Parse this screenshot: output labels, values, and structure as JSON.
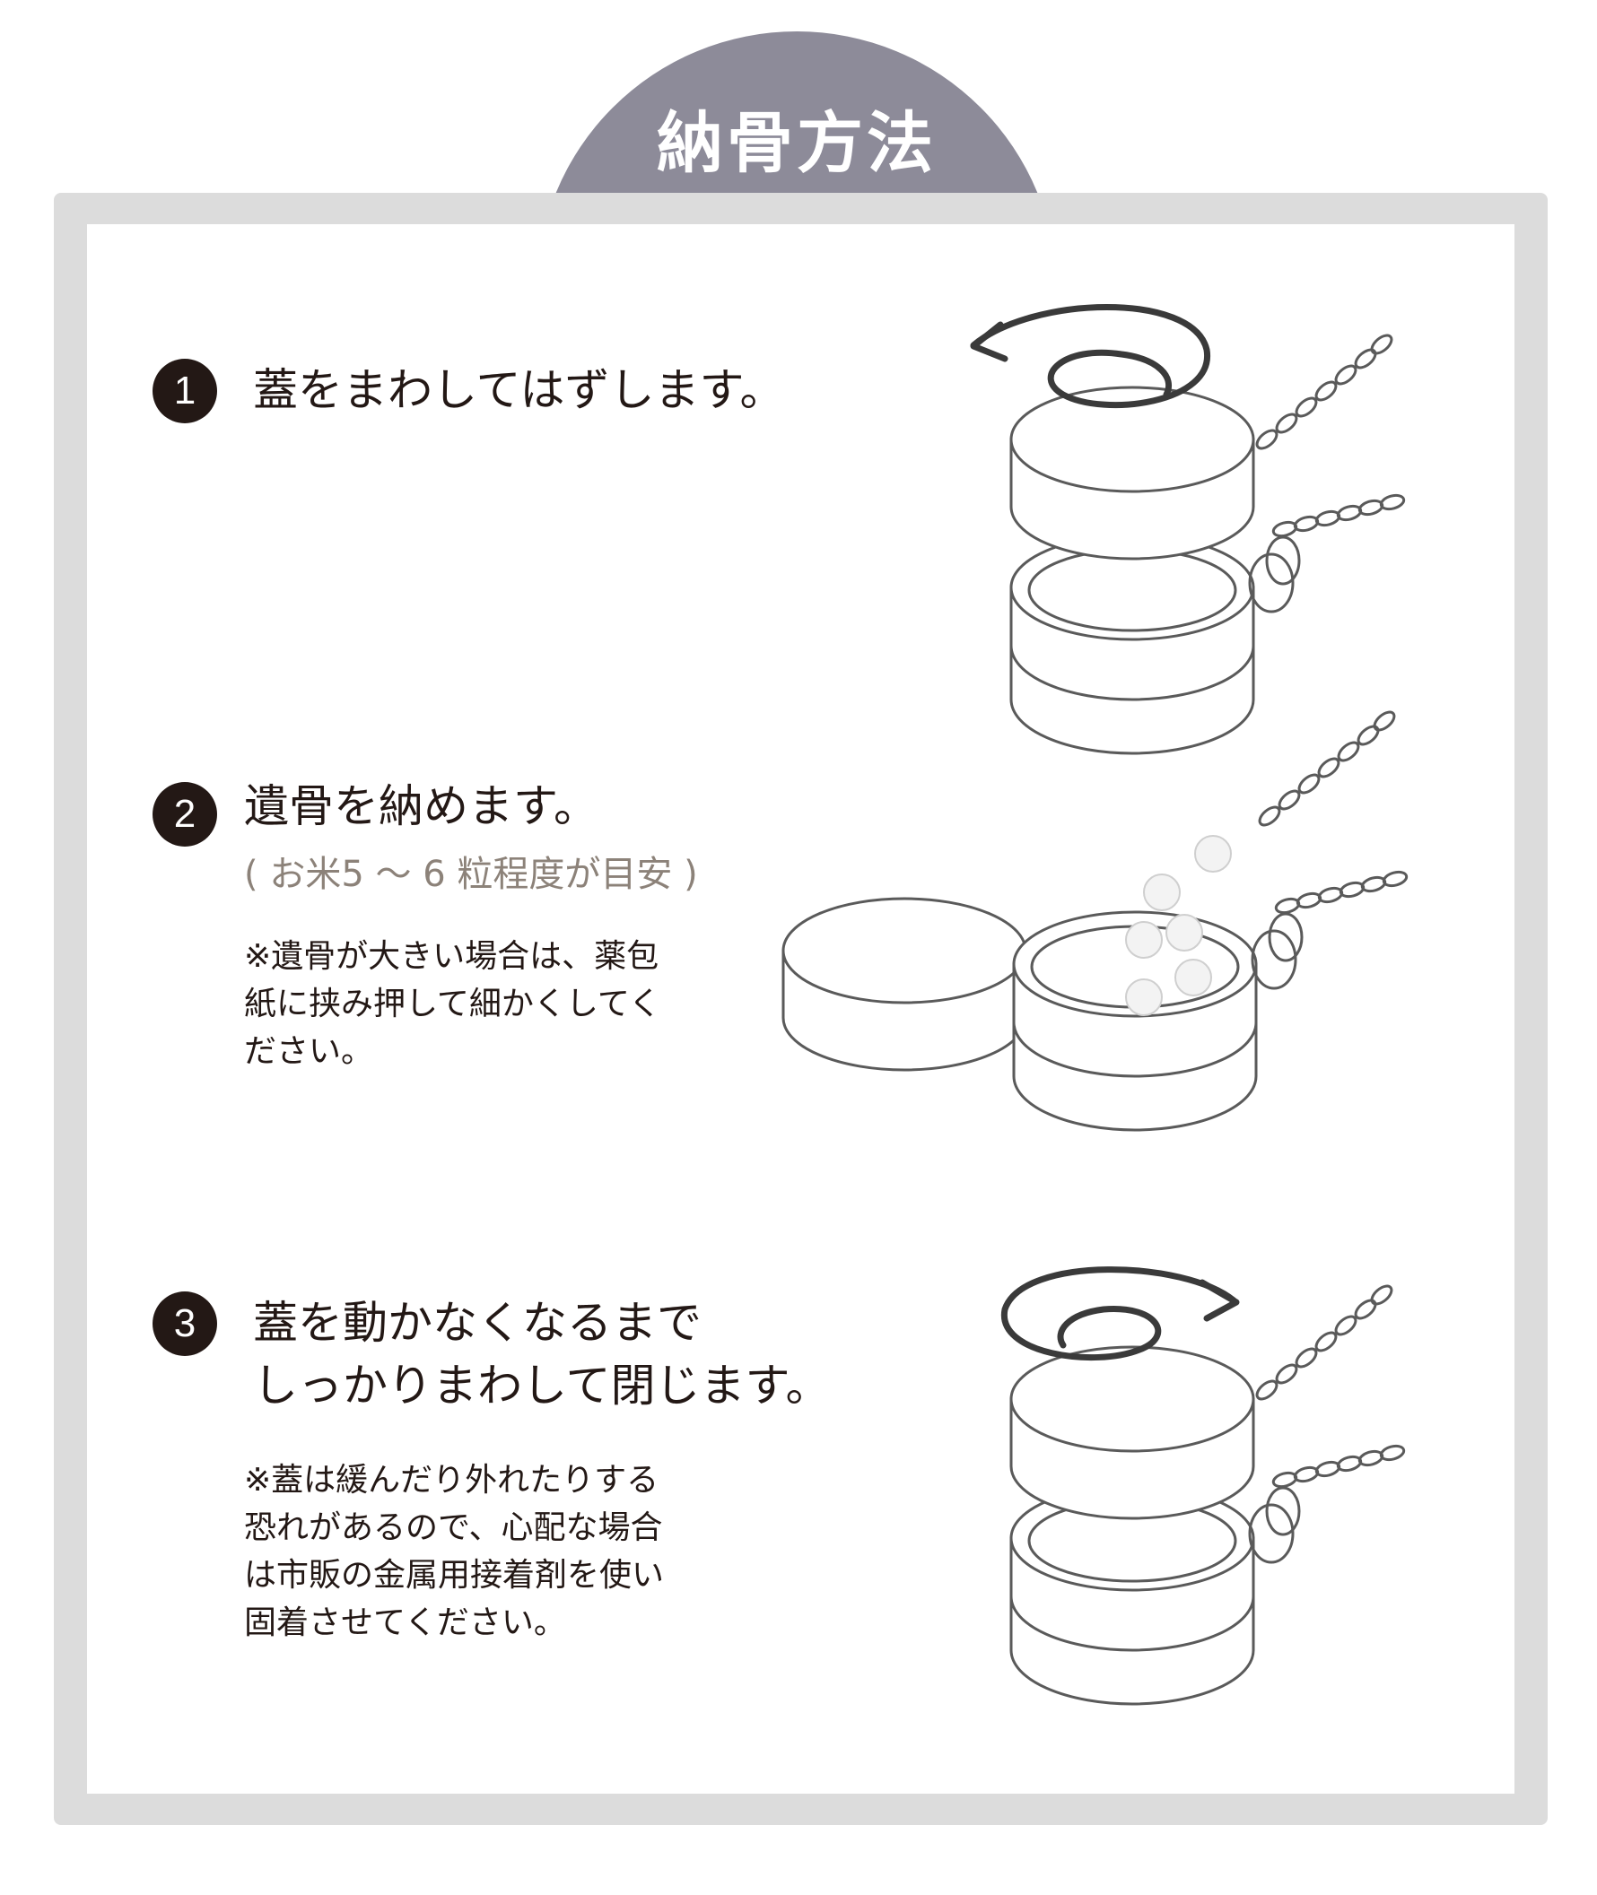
{
  "title": "納骨方法",
  "steps": [
    {
      "number": "1",
      "heading": [
        "蓋をまわしてはずします。"
      ]
    },
    {
      "number": "2",
      "heading": [
        "遺骨を納めます。"
      ],
      "subtext": "( お米5 ～ 6 粒程度が目安 )",
      "note": [
        "※遺骨が大きい場合は、薬包",
        "紙に挟み押して細かくしてく",
        "ださい。"
      ]
    },
    {
      "number": "3",
      "heading": [
        "蓋を動かなくなるまで",
        "しっかりまわして閉じます。"
      ],
      "note": [
        "※蓋は緩んだり外れたりする",
        "恐れがあるので、心配な場合",
        "は市販の金属用接着剤を使い",
        "固着させてください。"
      ]
    }
  ],
  "colors": {
    "tab": "#8d8b99",
    "frame": "#dcdcdc",
    "text": "#231815",
    "subtext": "#8c8279"
  }
}
